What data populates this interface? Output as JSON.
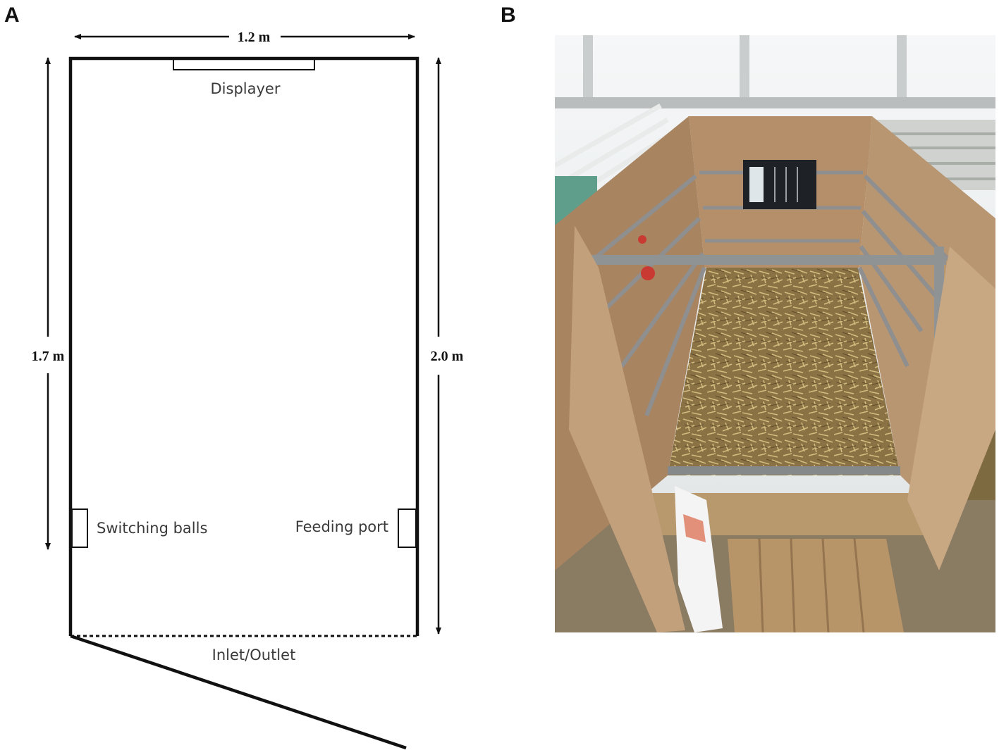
{
  "panel_a": {
    "letter": "A",
    "width_label": "1.2 m",
    "left_length_label": "1.7 m",
    "right_length_label": "2.0 m",
    "displayer_label": "Displayer",
    "switching_balls_label": "Switching balls",
    "feeding_port_label": "Feeding port",
    "inlet_outlet_label": "Inlet/Outlet"
  },
  "panel_b": {
    "letter": "B"
  },
  "colors": {
    "line": "#111111",
    "label_text": "#3a3a3a"
  }
}
